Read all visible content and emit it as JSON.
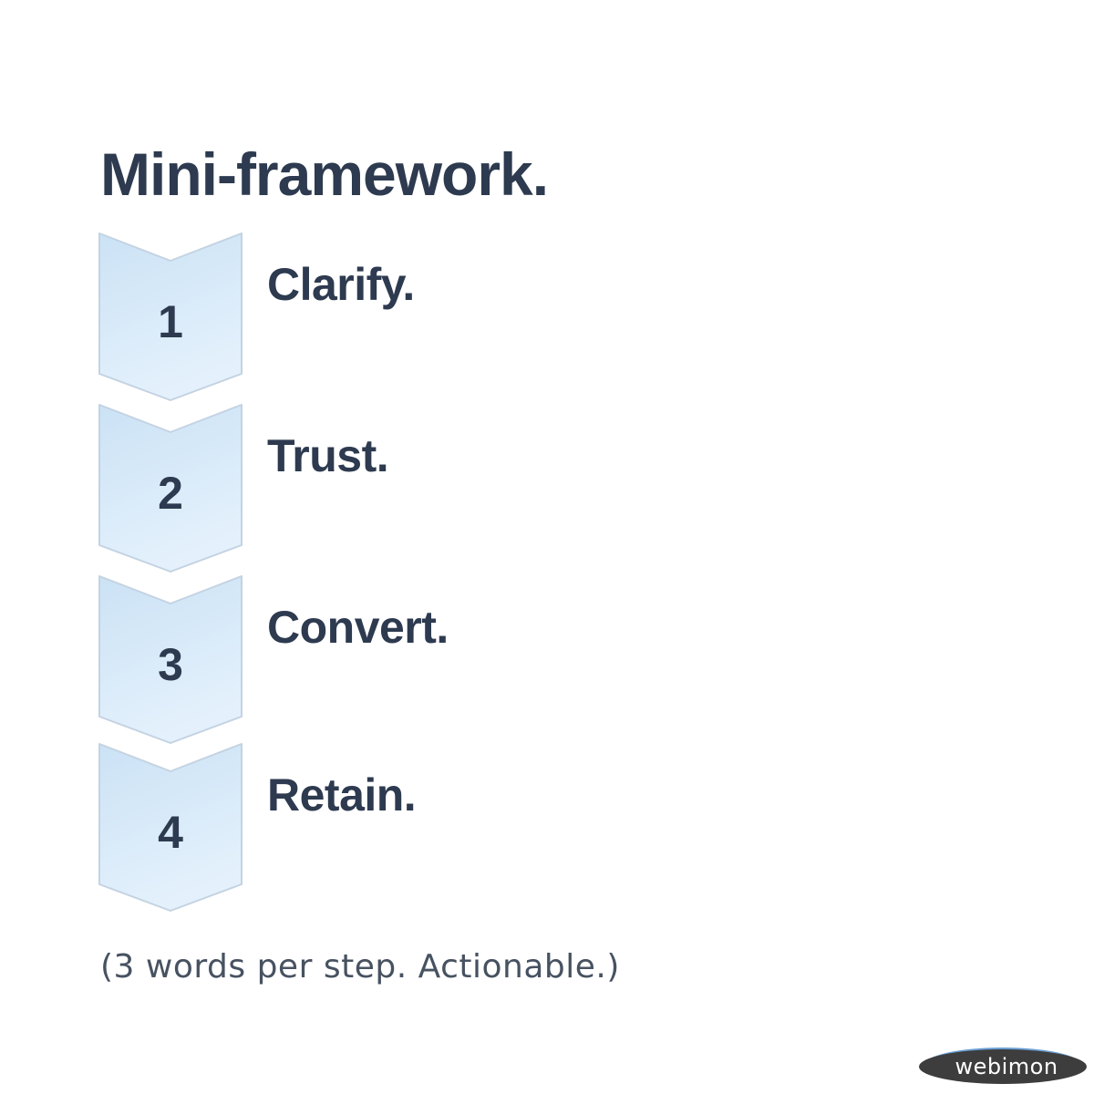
{
  "title": "Mini-framework.",
  "steps": [
    {
      "number": "1",
      "label": "Clarify."
    },
    {
      "number": "2",
      "label": "Trust."
    },
    {
      "number": "3",
      "label": "Convert."
    },
    {
      "number": "4",
      "label": "Retain."
    }
  ],
  "footnote": "(3 words per step. Actionable.)",
  "badge": {
    "label": "webimon"
  },
  "colors": {
    "page-bg": "#ffffff",
    "heading": "#2d3a4f",
    "chevron-fill-top": "#cbe2f5",
    "chevron-fill-bottom": "#e4f1fc",
    "chevron-stroke": "#c4d3e2",
    "footnote": "#475261",
    "badge-bg": "#3d3d3d",
    "badge-text": "#ffffff",
    "glint": "#6a9fd4"
  }
}
